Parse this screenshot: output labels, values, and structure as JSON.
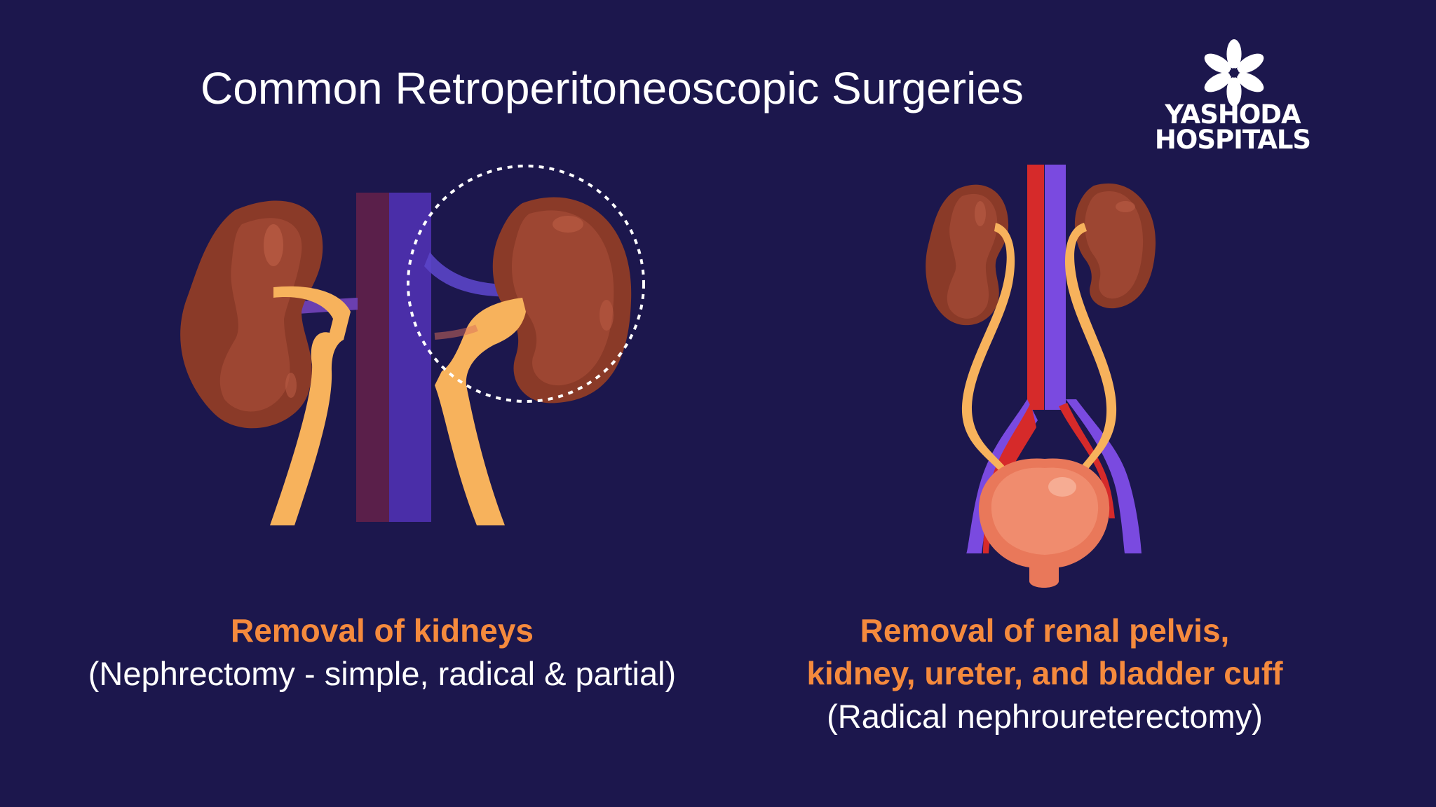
{
  "slide": {
    "title": "Common Retroperitoneoscopic Surgeries",
    "background_color": "#1c174d"
  },
  "logo": {
    "icon": "flower-icon",
    "line1": "YASHODA",
    "line2": "HOSPITALS"
  },
  "left_panel": {
    "illustration": "kidneys-nephrectomy-illustration",
    "heading": "Removal of kidneys",
    "subtext": "(Nephrectomy - simple, radical & partial)"
  },
  "right_panel": {
    "illustration": "urinary-tract-illustration",
    "heading_line1": "Removal of renal pelvis,",
    "heading_line2": "kidney, ureter, and bladder cuff",
    "subtext": "(Radical nephroureterectomy)"
  },
  "colors": {
    "accent_orange": "#f58a3d",
    "kidney_brown": "#8a3a28",
    "ureter_yellow": "#f7b25c",
    "vein_purple": "#6b3fd1",
    "artery_red": "#d62a2a"
  }
}
